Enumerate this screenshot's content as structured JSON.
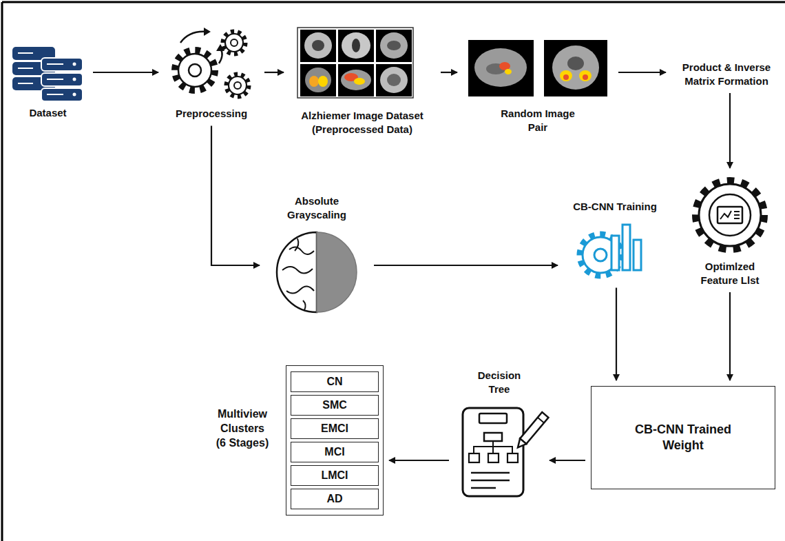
{
  "diagram": {
    "nodes": [
      {
        "text": [
          "Dataset"
        ]
      },
      {
        "text": [
          "Preprocessing"
        ]
      },
      {
        "text": [
          "Alzhiemer Image Dataset (Preprocessed Data)"
        ]
      },
      {
        "text": [
          "Random Image Pair"
        ]
      },
      {
        "text": [
          "Product & Inverse Matrix Formation"
        ]
      },
      {
        "text": [
          "Optimlzed Feature Llst"
        ]
      },
      {
        "text": [
          "Absolute Grayscaling"
        ]
      },
      {
        "text": [
          "CB-CNN Training"
        ]
      },
      {
        "text": [
          "CB-CNN Trained Weight"
        ]
      },
      {
        "text": [
          "Decision Tree"
        ]
      },
      {
        "text": [
          "Multiview Clusters (6 Stages)"
        ]
      },
      {
        "text": [
          "CN"
        ],
        "in": 10
      },
      {
        "text": [
          "SMC"
        ],
        "in": 10
      },
      {
        "text": [
          "EMCI"
        ],
        "in": 10
      },
      {
        "text": [
          "MCI"
        ],
        "in": 10
      },
      {
        "text": [
          "LMCI"
        ],
        "in": 10
      },
      {
        "text": [
          "AD"
        ],
        "in": 10
      }
    ],
    "edges": [
      {
        "from": 0,
        "to": 1,
        "arrow": "to"
      },
      {
        "from": 1,
        "to": 2,
        "arrow": "to"
      },
      {
        "from": 2,
        "to": 3,
        "arrow": "to"
      },
      {
        "from": 3,
        "to": 4,
        "arrow": "to"
      },
      {
        "from": 4,
        "to": 5,
        "arrow": "to"
      },
      {
        "from": 1,
        "to": 6,
        "arrow": "to"
      },
      {
        "from": 6,
        "to": 7,
        "arrow": "to"
      },
      {
        "from": 7,
        "to": 8,
        "arrow": "to"
      },
      {
        "from": 5,
        "to": 8,
        "arrow": "to"
      },
      {
        "from": 8,
        "to": 9,
        "arrow": "to"
      },
      {
        "from": 9,
        "to": 10,
        "arrow": "to"
      }
    ]
  }
}
